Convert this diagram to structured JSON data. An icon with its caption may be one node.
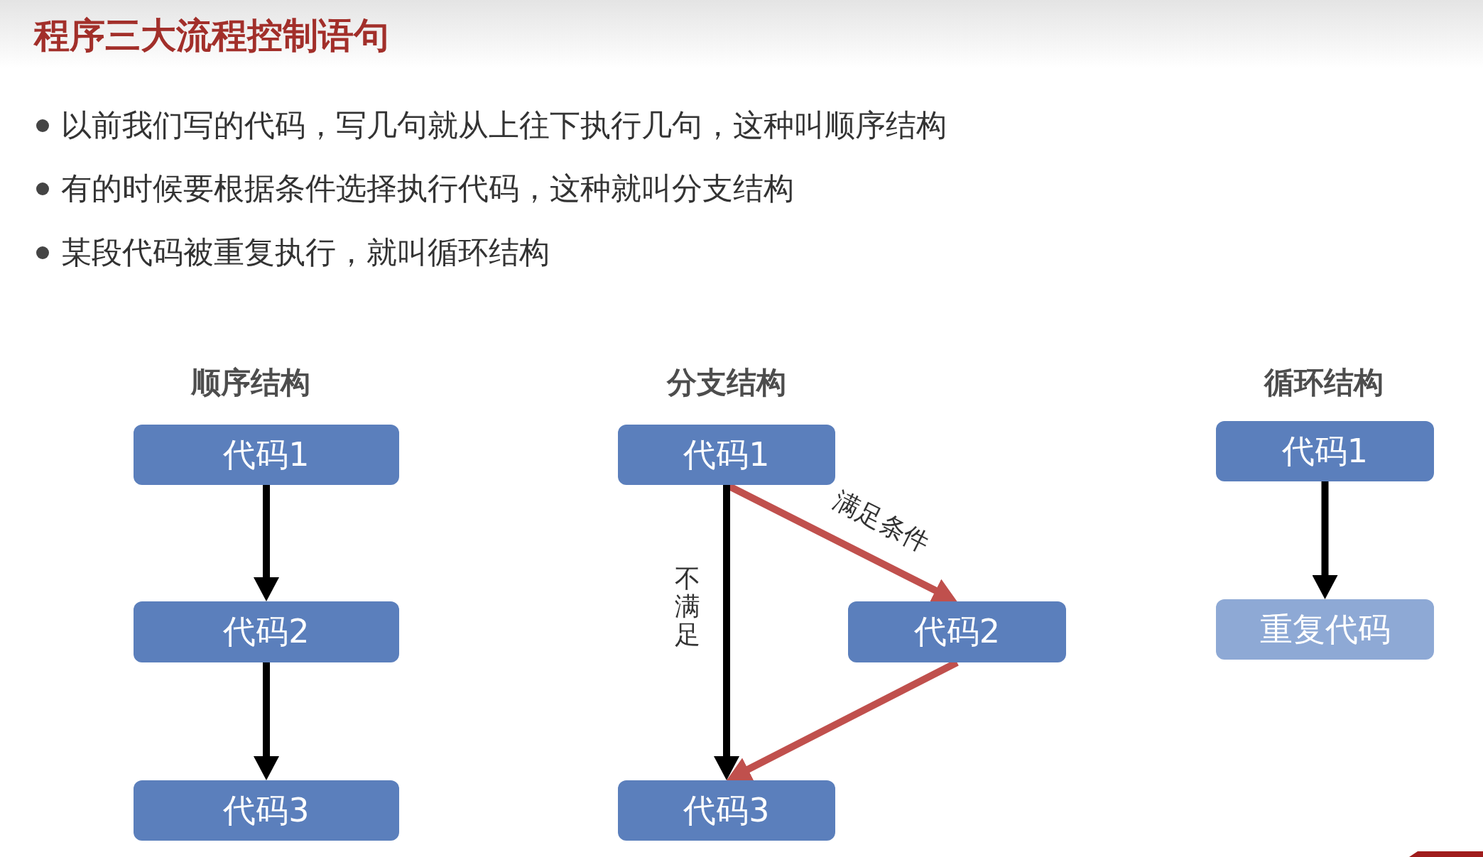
{
  "diagram": {
    "title": "程序三大流程控制语句",
    "nodes": [
      {
        "text": [
          "代码1"
        ]
      },
      {
        "text": [
          "代码2"
        ]
      },
      {
        "text": [
          "代码3"
        ]
      },
      {
        "text": [
          "代码1"
        ]
      },
      {
        "text": [
          "代码2"
        ]
      },
      {
        "text": [
          "代码3"
        ]
      },
      {
        "text": [
          "代码1"
        ]
      },
      {
        "text": [
          "重复代码"
        ]
      }
    ],
    "edges": [
      {
        "from": 0,
        "to": 1,
        "arrow": "to"
      },
      {
        "from": 1,
        "to": 2,
        "arrow": "to"
      },
      {
        "from": 3,
        "to": 4,
        "arrow": "to",
        "label": "满足条件",
        "color": "#c0504d"
      },
      {
        "from": 3,
        "to": 5,
        "arrow": "to",
        "label": "不满足"
      },
      {
        "from": 4,
        "to": 5,
        "arrow": "to",
        "color": "#c0504d"
      },
      {
        "from": 6,
        "to": 7,
        "arrow": "to"
      }
    ],
    "labels": [
      "以前我们写的代码，写几句就从上往下执行几句，这种叫顺序结构",
      "有的时候要根据条件选择执行代码，这种就叫分支结构",
      "某段代码被重复执行，就叫循环结构",
      "顺序结构",
      "分支结构",
      "循环结构"
    ]
  }
}
